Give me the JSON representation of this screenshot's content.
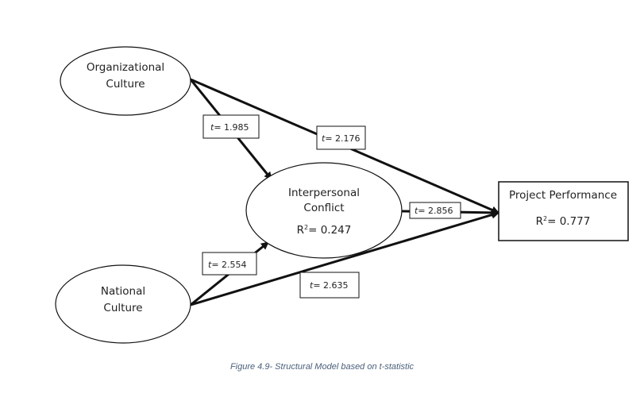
{
  "nodes": {
    "org_culture": {
      "line1": "Organizational",
      "line2": "Culture"
    },
    "national_culture": {
      "line1": "National",
      "line2": "Culture"
    },
    "interpersonal_conflict": {
      "line1": "Interpersonal",
      "line2": "Conflict",
      "r2_prefix": "R",
      "r2_sup": "2",
      "r2_value": "= 0.247"
    },
    "project_performance": {
      "title": "Project Performance",
      "r2_prefix": "R",
      "r2_sup": "2",
      "r2_value": "= 0.777"
    }
  },
  "paths": {
    "org_to_conflict": {
      "t": "t",
      "value": "= 1.985"
    },
    "org_to_performance": {
      "t": "t",
      "value": "= 2.176"
    },
    "conflict_to_performance": {
      "t": "t",
      "value": "= 2.856"
    },
    "national_to_conflict": {
      "t": "t",
      "value": "= 2.554"
    },
    "national_to_performance": {
      "t": "t",
      "value": "= 2.635"
    }
  },
  "caption": "Figure 4.9- Structural Model based on t-statistic",
  "colors": {
    "stroke": "#111111",
    "caption": "#4a5f7a"
  }
}
